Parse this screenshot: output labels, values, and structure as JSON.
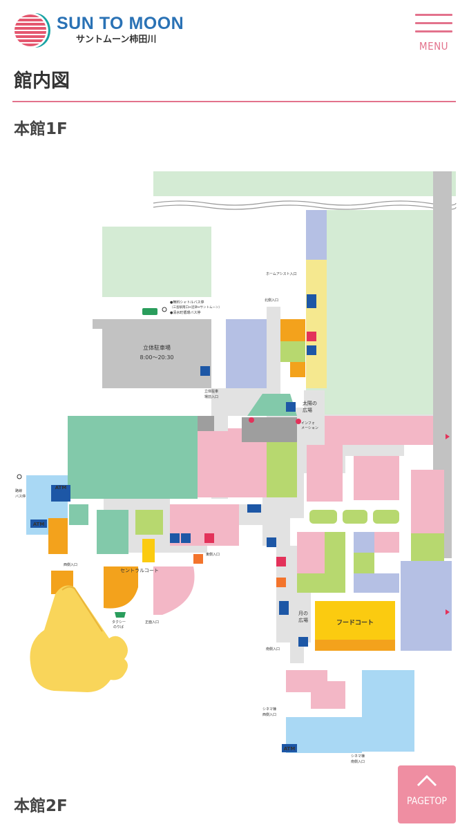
{
  "header": {
    "logo_title": "SUN TO MOON",
    "logo_subtitle": "サントムーン柿田川",
    "menu_label": "MENU"
  },
  "page_title": "館内図",
  "sections": [
    {
      "title": "本館1F"
    },
    {
      "title": "本館2F"
    }
  ],
  "map": {
    "labels": {
      "parking": "立体駐車場",
      "parking_hours": "8:00〜20:30",
      "shuttle_bus": "●無料シャトルバス停",
      "shuttle_bus_detail": "（三島駅南口⇔沼津⇔サントムーン）",
      "city_bus": "●清水町循環バス停",
      "home_assist": "ホームアシスト入口",
      "north_entrance": "北側入口",
      "parking_entrance_1": "立体駐車",
      "parking_entrance_2": "場前入口",
      "sun_plaza_1": "太陽の",
      "sun_plaza_2": "広場",
      "info_1": "インフォ",
      "info_2": "メーション",
      "route_bus_1": "路線",
      "route_bus_2": "バス停",
      "atm": "ATM",
      "west_entrance": "西側入口",
      "central_court": "セントラルコート",
      "east_entrance": "東側入口",
      "taxi_1": "タクシー",
      "taxi_2": "のりば",
      "front_entrance": "正面入口",
      "moon_plaza_1": "月の",
      "moon_plaza_2": "広場",
      "food_court": "フードコート",
      "south_entrance": "南側入口",
      "cinema_west_1": "シネマ棟",
      "cinema_west_2": "西側入口",
      "cinema_south_1": "シネマ棟",
      "cinema_south_2": "南側入口"
    }
  },
  "pagetop": {
    "label": "PAGETOP"
  },
  "colors": {
    "accent": "#e3728c",
    "brand_blue": "#2a72b5",
    "shop_pink": "#f3b7c6",
    "shop_green": "#b7d86f",
    "shop_blue": "#b5c0e4",
    "shop_teal": "#82c9aa",
    "shop_orange": "#f3a21c",
    "food_yellow": "#fbcb10",
    "cinema_blue": "#a9d8f4",
    "outdoor_green": "#d4ebd4",
    "parking_gray": "#c2c2c2",
    "walkway_gray": "#e2e2e2"
  }
}
